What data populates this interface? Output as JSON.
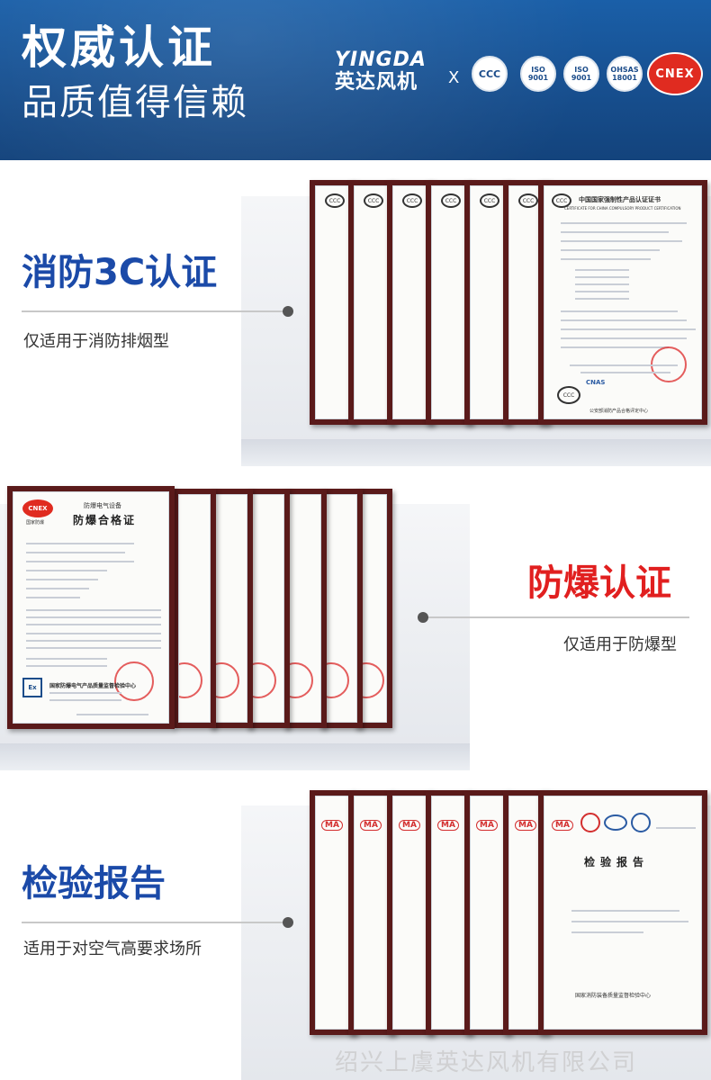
{
  "header": {
    "title": "权威认证",
    "subtitle": "品质值得信赖",
    "brand_top": "YINGDA",
    "brand_bottom": "英达风机",
    "separator": "X",
    "logos": {
      "ccc": "CCC",
      "iso_a": "ISO 9001",
      "iso_b": "ISO 9001",
      "ohsas": "OHSAS 18001",
      "cnex": "CNEX"
    }
  },
  "sections": [
    {
      "title": "消防3C认证",
      "desc": "仅适用于消防排烟型",
      "title_color": "#1b4aa8",
      "cert_heading": "中国国家强制性产品认证证书",
      "cert_subheading": "CERTIFICATE FOR CHINA COMPULSORY PRODUCT CERTIFICATION",
      "cert_org": "公安部消防产品合格评定中心"
    },
    {
      "title": "防爆认证",
      "desc": "仅适用于防爆型",
      "title_color": "#e11f1f",
      "cert_heading": "防爆电气设备",
      "cert_big": "防爆合格证",
      "cert_org": "国家防爆电气产品质量监督检验中心",
      "logo_text": "CNEX",
      "logo_sub": "国家防爆"
    },
    {
      "title": "检验报告",
      "desc": "适用于对空气高要求场所",
      "title_color": "#1b4aa8",
      "cert_big": "检验报告",
      "cert_org": "国家消防装备质量监督检验中心",
      "ma": "MA"
    }
  ],
  "watermark": "绍兴上虞英达风机有限公司"
}
